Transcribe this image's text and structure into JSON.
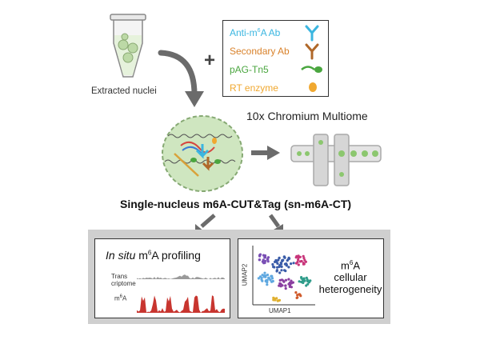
{
  "top": {
    "nuclei_label": "Extracted nuclei",
    "plus": "+"
  },
  "legend": {
    "items": [
      {
        "label": "Anti-m",
        "sup": "6",
        "label_rest": "A Ab",
        "color": "#3bb6e0",
        "icon": "antibody-icon"
      },
      {
        "label": "Secondary Ab",
        "sup": "",
        "label_rest": "",
        "color": "#d9822b",
        "icon": "secondary-antibody-icon"
      },
      {
        "label": "pAG-Tn5",
        "sup": "",
        "label_rest": "",
        "color": "#4aa63f",
        "icon": "pag-tn5-icon"
      },
      {
        "label": "RT enzyme",
        "sup": "",
        "label_rest": "",
        "color": "#f0a830",
        "icon": "rt-enzyme-icon"
      }
    ]
  },
  "middle": {
    "multiome_label": "10x Chromium Multiome",
    "main_title": "Single-nucleus m6A-CUT&Tag (sn-m6A-CT)"
  },
  "left_panel": {
    "title_italic": "In situ",
    "title_pre": " m",
    "title_sup": "6",
    "title_post": "A profiling",
    "track1_label_line1": "Trans",
    "track1_label_line2": "criptome",
    "track2_label_pre": "m",
    "track2_label_sup": "6",
    "track2_label_post": "A",
    "track1_color": "#9a9a9a",
    "track2_color": "#c8352f"
  },
  "right_panel": {
    "title_line1_pre": "m",
    "title_line1_sup": "6",
    "title_line1_post": "A",
    "title_line2": "cellular",
    "title_line3": "heterogeneity",
    "xlabel": "UMAP1",
    "ylabel": "UMAP2"
  }
}
